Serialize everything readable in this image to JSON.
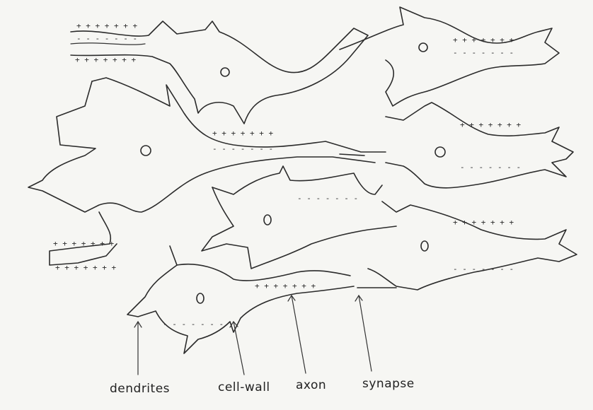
{
  "diagram": {
    "labels": {
      "dendrites": "dendrites",
      "cell_wall": "cell-wall",
      "axon": "axon",
      "synapse": "synapse"
    },
    "charge_marks": {
      "positive": "+ + + + + + +",
      "negative": "- - - - - - -"
    }
  }
}
